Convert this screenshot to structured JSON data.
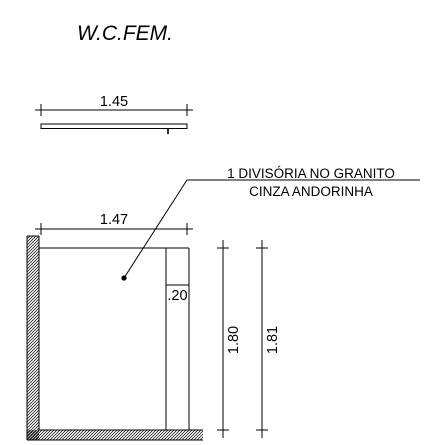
{
  "title": "W.C.FEM.",
  "plan_view": {
    "dimension": "1.45"
  },
  "elevation": {
    "width_dimension": "1.47",
    "door_width": ".20",
    "height_inner": "1.80",
    "height_outer": "1.81"
  },
  "note": {
    "line1": "1 DIVISÓRIA NO GRANITO",
    "line2": "CINZA ANDORINHA"
  }
}
